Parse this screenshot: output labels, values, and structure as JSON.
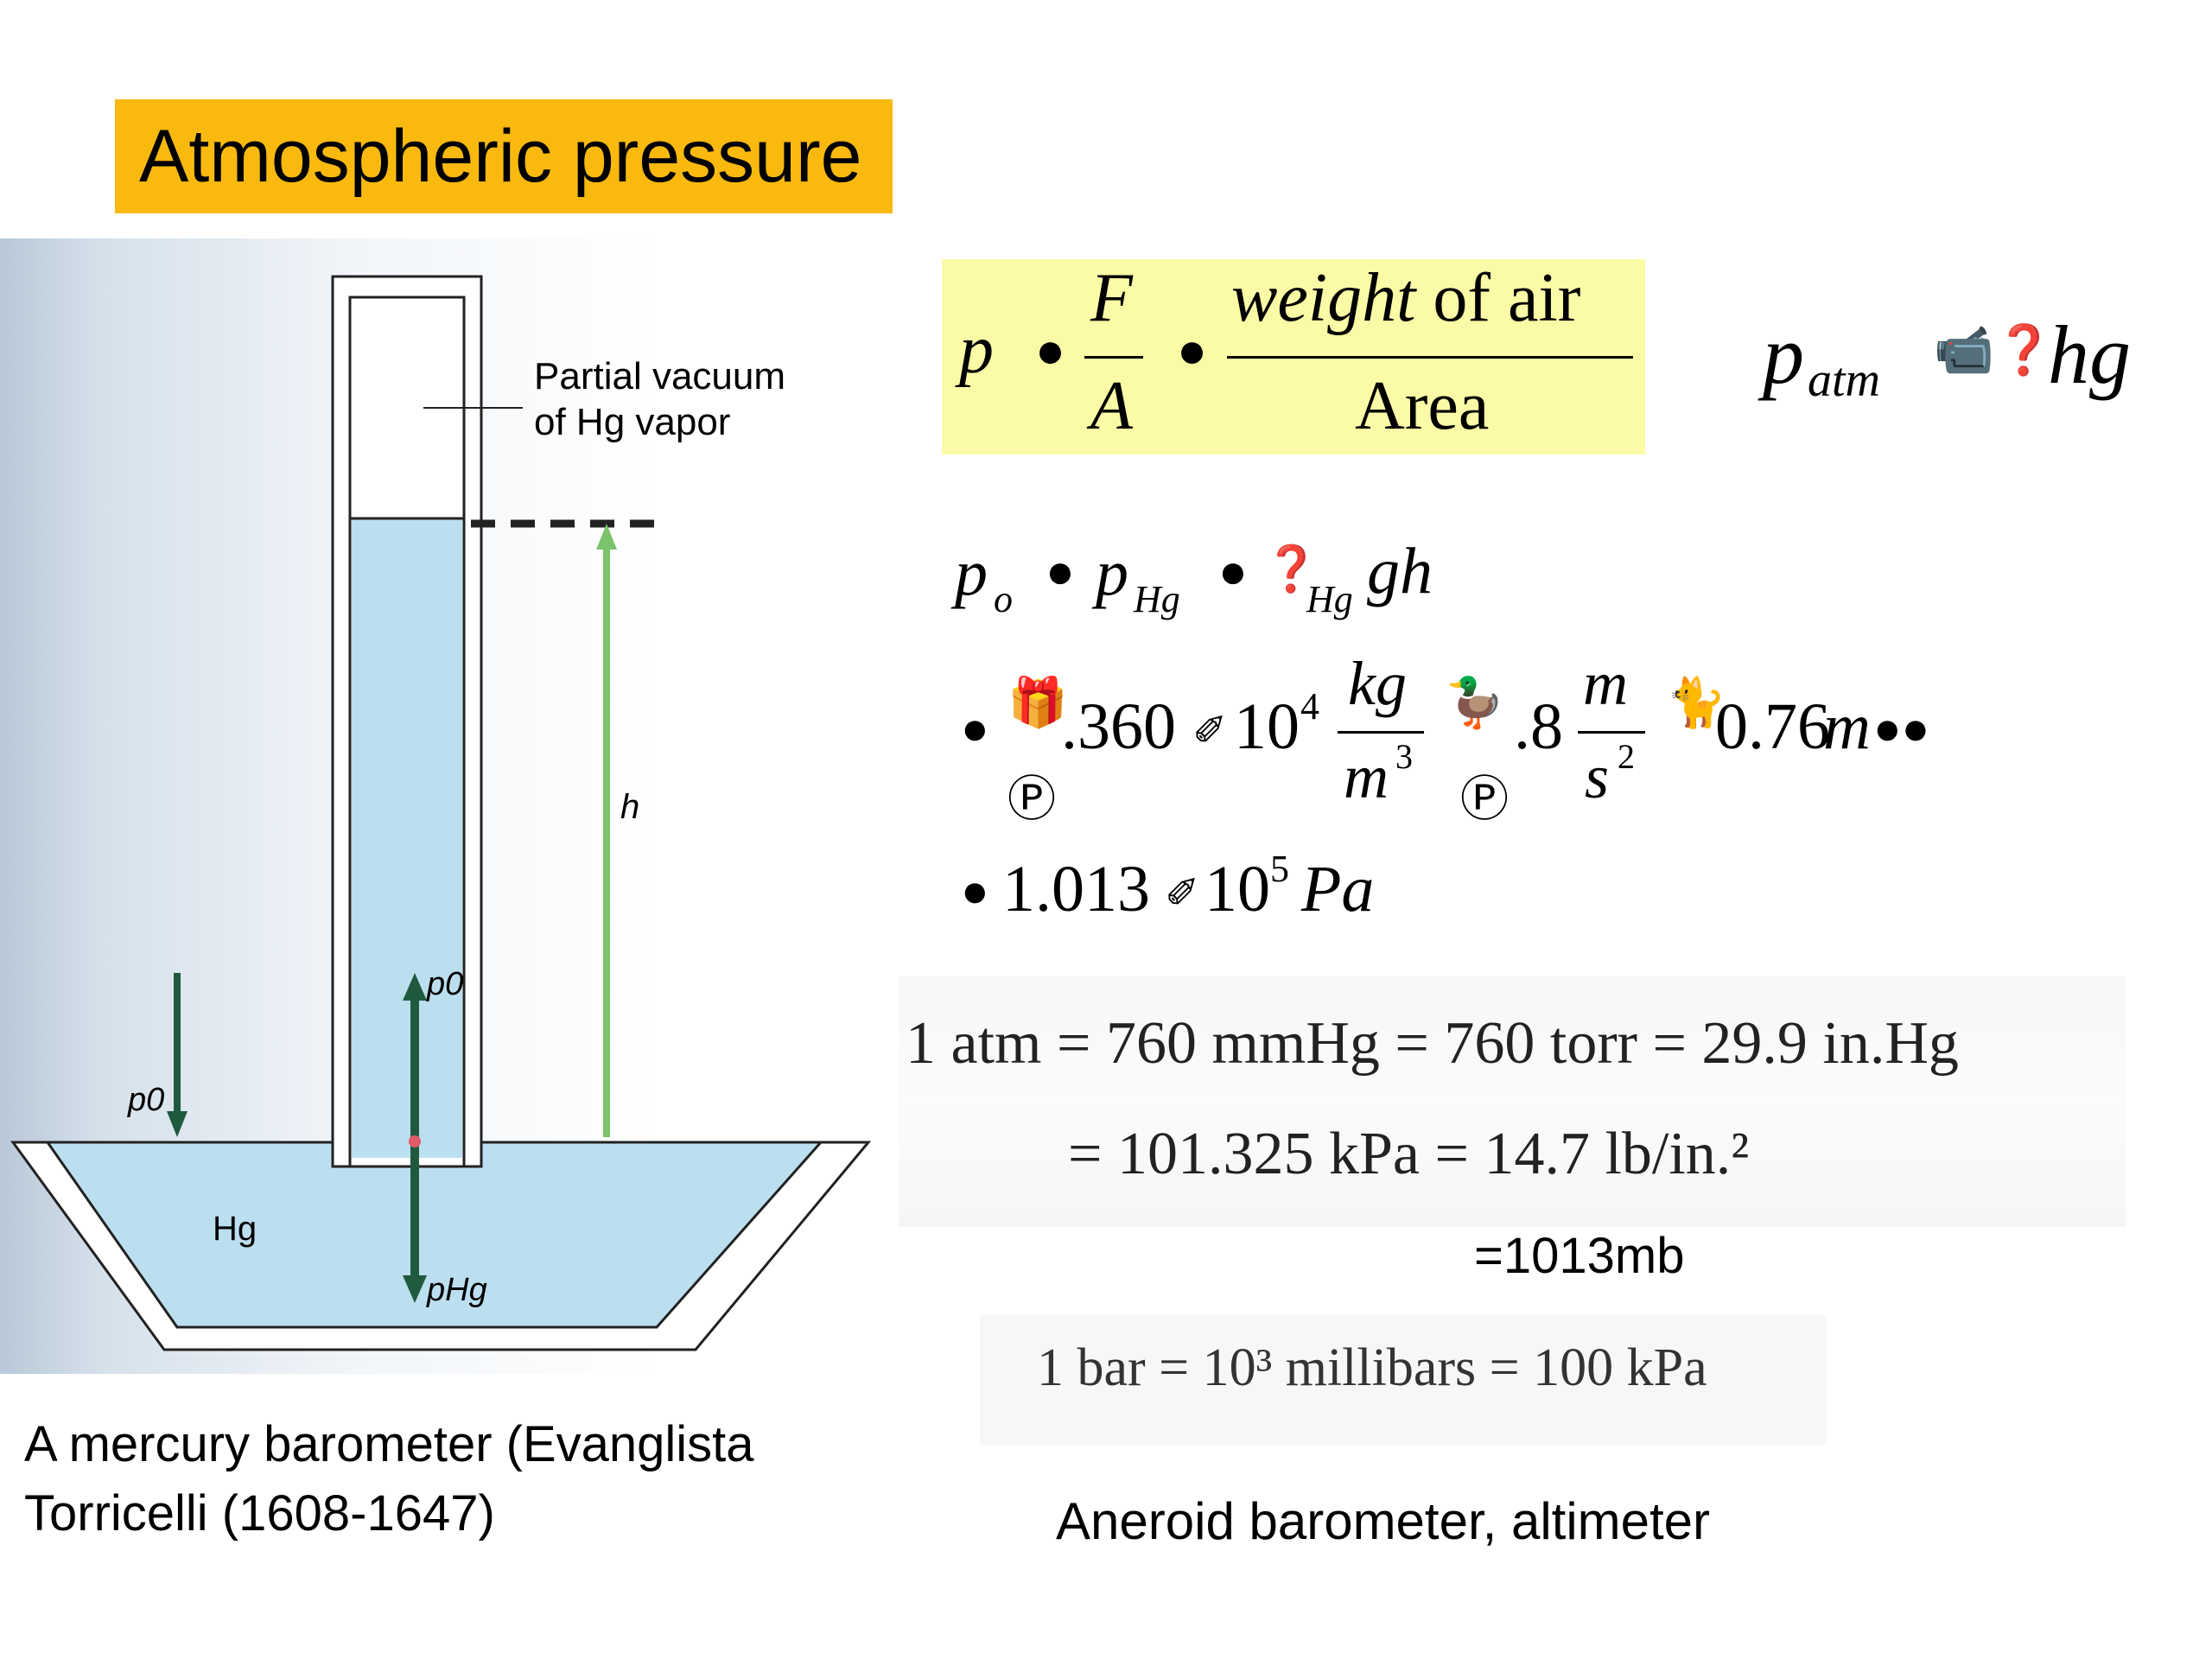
{
  "slide": {
    "title": "Atmospheric pressure",
    "colors": {
      "title_bg": "#f9b90f",
      "equation_bg": "#fbfaa6",
      "arrow_dark": "#1f5a3e",
      "arrow_green": "#7cc36b",
      "mercury": "#bcdff0"
    }
  },
  "figure": {
    "label_vacuum_line1": "Partial vacuum",
    "label_vacuum_line2": "of Hg vapor",
    "label_h": "h",
    "label_p0_tube": "p0",
    "label_p0_dish": "p0",
    "label_phg": "pHg",
    "label_hg": "Hg",
    "caption_line1": "A mercury barometer (Evanglista",
    "caption_line2": "Torricelli (1608-1647)"
  },
  "equations": {
    "eq1": {
      "p": "p",
      "sym1": "●",
      "F": "F",
      "A": "A",
      "sym2": "●",
      "num_italic": "weight",
      "num_plain": " of air",
      "den": "Area"
    },
    "eq_patm": {
      "p": "p",
      "sub": "atm",
      "glyphs": "📹❓",
      "rhs": "hg"
    },
    "eq2": {
      "p": "p",
      "sub_o": "o",
      "sym1": "●",
      "p2": "p",
      "sub_hg": "Hg",
      "sym2": "●",
      "glyph": "❓",
      "sub_hg2": "Hg",
      "gh": "gh"
    },
    "eq3": {
      "lead": "●",
      "g1": "🎁",
      "n1": ".360",
      "times1": "✐",
      "ten": "10",
      "exp4": "4",
      "kg": "kg",
      "m": "m",
      "exp3": "3",
      "g2": "🦆",
      "n2": ".8",
      "m2": "m",
      "s": "s",
      "exp2": "2",
      "g3": "🐈",
      "n3": "0.76",
      "m3": "m",
      "tail": "●●",
      "circle_p": "Ⓟ"
    },
    "eq4": {
      "lead": "●",
      "n": "1.013",
      "times": "✐",
      "ten": "10",
      "exp5": "5",
      "unit": "Pa"
    }
  },
  "conversions": {
    "line1": "1 atm = 760 mmHg = 760 torr = 29.9 in.Hg",
    "line2": "= 101.325 kPa = 14.7 lb/in.²",
    "line3": "=1013mb",
    "bar_line": "1 bar = 10³ millibars = 100 kPa",
    "caption": "Aneroid barometer, altimeter"
  }
}
